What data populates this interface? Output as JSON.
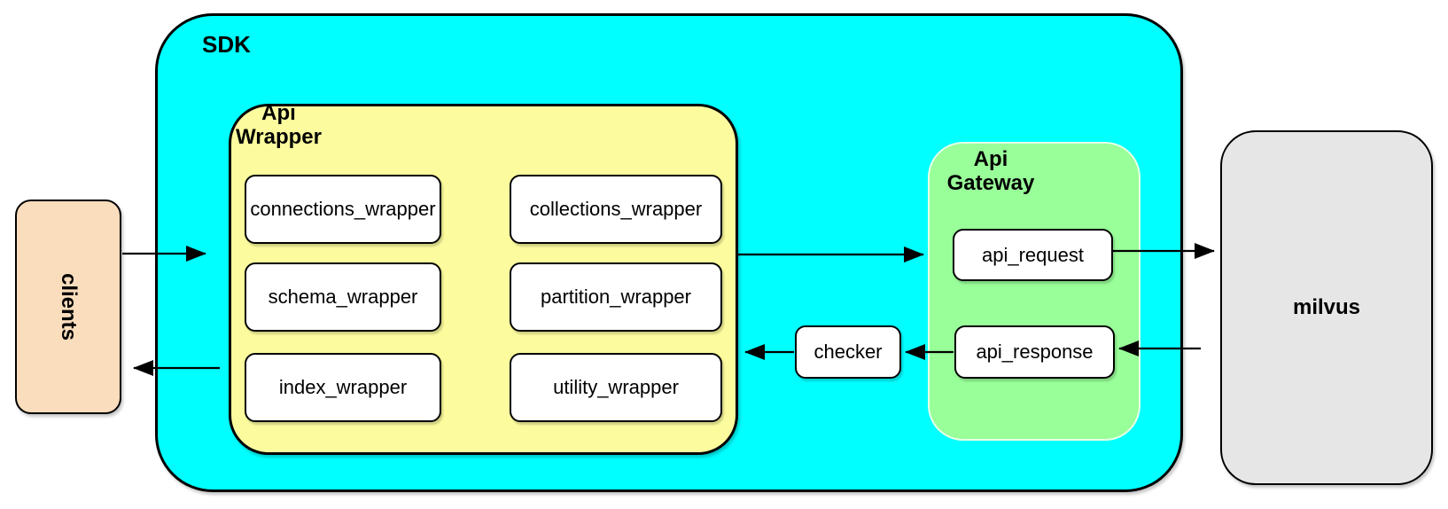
{
  "nodes": {
    "clients": "clients",
    "sdk": "SDK",
    "api_wrapper": {
      "line1": "Api",
      "line2": "Wrapper"
    },
    "wrappers": [
      "connections_wrapper",
      "collections_wrapper",
      "schema_wrapper",
      "partition_wrapper",
      "index_wrapper",
      "utility_wrapper"
    ],
    "checker": "checker",
    "api_gateway": {
      "line1": "Api",
      "line2": "Gateway"
    },
    "api_request": "api_request",
    "api_response": "api_response",
    "milvus": "milvus"
  },
  "colors": {
    "sdk_fill": "#00FFFF",
    "wrapper_fill": "#FCFC9E",
    "gateway_fill": "#99FF99",
    "clients_fill": "#FADDBD",
    "milvus_fill": "#E6E6E6",
    "box_fill": "#FFFFFF",
    "border": "#000000"
  }
}
